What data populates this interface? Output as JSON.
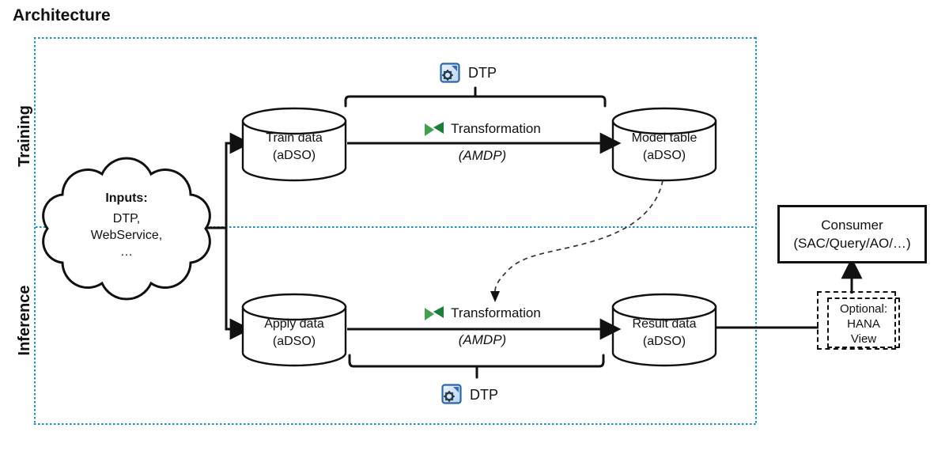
{
  "title": "Architecture",
  "lanes": {
    "training": "Training",
    "inference": "Inference"
  },
  "cloud": {
    "heading": "Inputs:",
    "line1": "DTP,",
    "line2": "WebService,",
    "line3": "…"
  },
  "training": {
    "dtp_label": "DTP",
    "source_title": "Train data",
    "source_sub": "(aDSO)",
    "transform_label": "Transformation",
    "transform_sub": "(AMDP)",
    "target_title": "Model table",
    "target_sub": "(aDSO)"
  },
  "inference": {
    "dtp_label": "DTP",
    "source_title": "Apply data",
    "source_sub": "(aDSO)",
    "transform_label": "Transformation",
    "transform_sub": "(AMDP)",
    "target_title": "Result data",
    "target_sub": "(aDSO)"
  },
  "consumer": {
    "line1": "Consumer",
    "line2": "(SAC/Query/AO/…)"
  },
  "optional": {
    "line1": "Optional:",
    "line2": "HANA",
    "line3": "View"
  },
  "colors": {
    "lane_border_blue": "#1e8fc4",
    "transform_green_light": "#3fa24e",
    "transform_green_dark": "#1b7e38",
    "dtp_icon_blue": "#2c66a8",
    "line_black": "#111111"
  }
}
